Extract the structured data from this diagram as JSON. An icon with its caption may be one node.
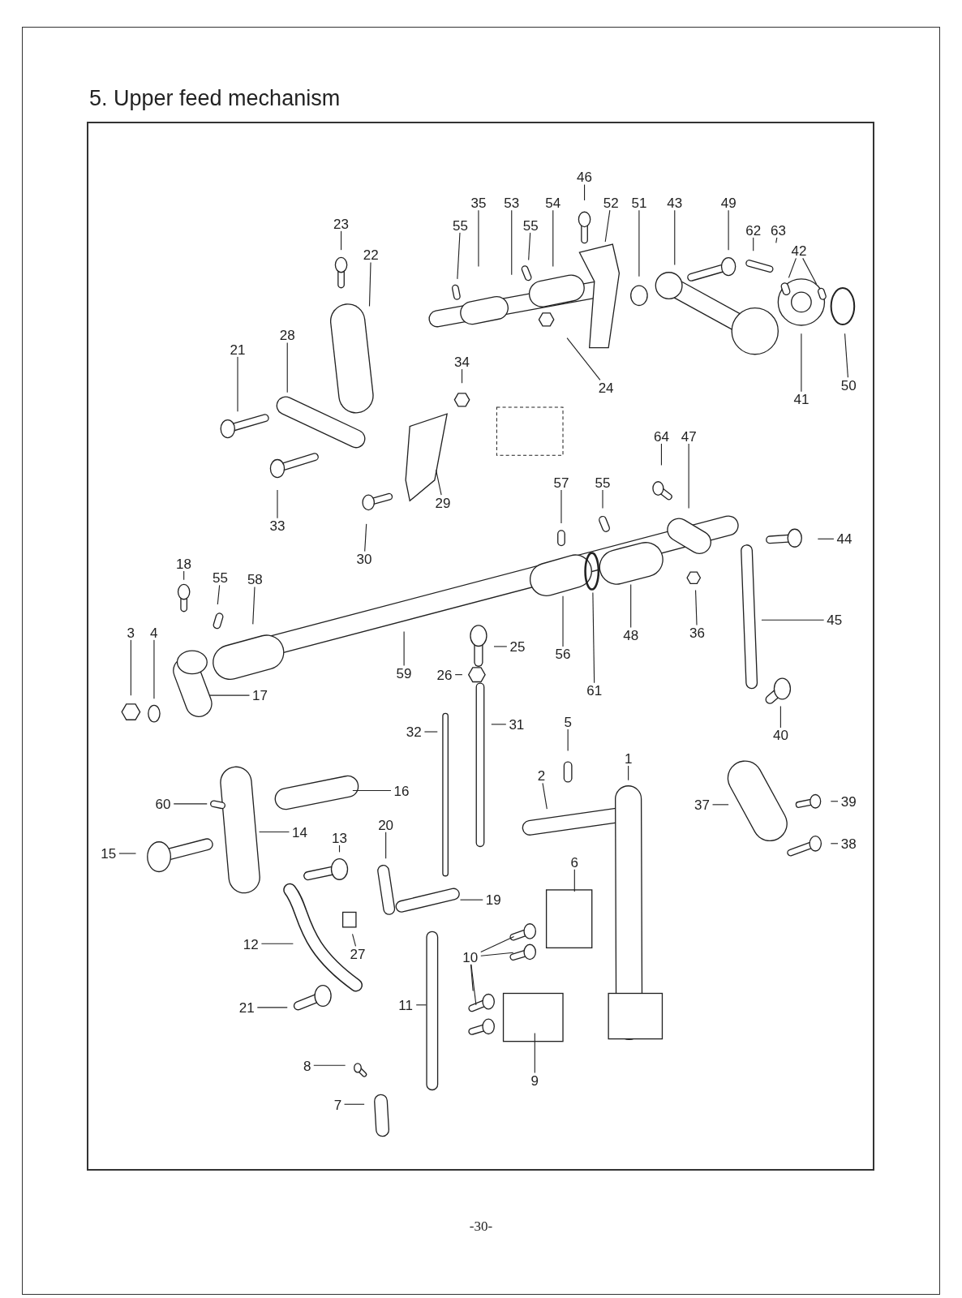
{
  "diagram": {
    "title": "5. Upper feed mechanism",
    "nodes": [
      {
        "text": [
          "46"
        ]
      },
      {
        "text": [
          "35"
        ]
      },
      {
        "text": [
          "53"
        ]
      },
      {
        "text": [
          "54"
        ]
      },
      {
        "text": [
          "52"
        ]
      },
      {
        "text": [
          "51"
        ]
      },
      {
        "text": [
          "43"
        ]
      },
      {
        "text": [
          "49"
        ]
      },
      {
        "text": [
          "55"
        ]
      },
      {
        "text": [
          "55"
        ]
      },
      {
        "text": [
          "23"
        ]
      },
      {
        "text": [
          "62"
        ]
      },
      {
        "text": [
          "63"
        ]
      },
      {
        "text": [
          "42"
        ]
      },
      {
        "text": [
          "22"
        ]
      },
      {
        "text": [
          "28"
        ]
      },
      {
        "text": [
          "21"
        ]
      },
      {
        "text": [
          "34"
        ]
      },
      {
        "text": [
          "24"
        ]
      },
      {
        "text": [
          "41"
        ]
      },
      {
        "text": [
          "50"
        ]
      },
      {
        "text": [
          "64"
        ]
      },
      {
        "text": [
          "47"
        ]
      },
      {
        "text": [
          "57"
        ]
      },
      {
        "text": [
          "55"
        ]
      },
      {
        "text": [
          "29"
        ]
      },
      {
        "text": [
          "33"
        ]
      },
      {
        "text": [
          "44"
        ]
      },
      {
        "text": [
          "30"
        ]
      },
      {
        "text": [
          "18"
        ]
      },
      {
        "text": [
          "55"
        ]
      },
      {
        "text": [
          "58"
        ]
      },
      {
        "text": [
          "45"
        ]
      },
      {
        "text": [
          "3"
        ]
      },
      {
        "text": [
          "4"
        ]
      },
      {
        "text": [
          "48"
        ]
      },
      {
        "text": [
          "36"
        ]
      },
      {
        "text": [
          "25"
        ]
      },
      {
        "text": [
          "56"
        ]
      },
      {
        "text": [
          "59"
        ]
      },
      {
        "text": [
          "26"
        ]
      },
      {
        "text": [
          "61"
        ]
      },
      {
        "text": [
          "17"
        ]
      },
      {
        "text": [
          "31"
        ]
      },
      {
        "text": [
          "5"
        ]
      },
      {
        "text": [
          "32"
        ]
      },
      {
        "text": [
          "40"
        ]
      },
      {
        "text": [
          "1"
        ]
      },
      {
        "text": [
          "2"
        ]
      },
      {
        "text": [
          "16"
        ]
      },
      {
        "text": [
          "60"
        ]
      },
      {
        "text": [
          "37"
        ]
      },
      {
        "text": [
          "39"
        ]
      },
      {
        "text": [
          "20"
        ]
      },
      {
        "text": [
          "14"
        ]
      },
      {
        "text": [
          "13"
        ]
      },
      {
        "text": [
          "38"
        ]
      },
      {
        "text": [
          "15"
        ]
      },
      {
        "text": [
          "6"
        ]
      },
      {
        "text": [
          "19"
        ]
      },
      {
        "text": [
          "12"
        ]
      },
      {
        "text": [
          "27"
        ]
      },
      {
        "text": [
          "10"
        ]
      },
      {
        "text": [
          "11"
        ]
      },
      {
        "text": [
          "21"
        ]
      },
      {
        "text": [
          "9"
        ]
      },
      {
        "text": [
          "8"
        ]
      },
      {
        "text": [
          "7"
        ]
      }
    ],
    "edges": [
      {
        "from": 0,
        "to": null,
        "arrow": "none"
      },
      {
        "from": 1,
        "to": null,
        "arrow": "none"
      },
      {
        "from": 2,
        "to": null,
        "arrow": "none"
      },
      {
        "from": 3,
        "to": null,
        "arrow": "none"
      },
      {
        "from": 4,
        "to": null,
        "arrow": "none"
      },
      {
        "from": 5,
        "to": null,
        "arrow": "none"
      },
      {
        "from": 6,
        "to": null,
        "arrow": "none"
      },
      {
        "from": 7,
        "to": null,
        "arrow": "none"
      },
      {
        "from": 8,
        "to": null,
        "arrow": "none"
      },
      {
        "from": 9,
        "to": null,
        "arrow": "none"
      },
      {
        "from": 10,
        "to": null,
        "arrow": "none"
      },
      {
        "from": 11,
        "to": null,
        "arrow": "none"
      },
      {
        "from": 12,
        "to": null,
        "arrow": "none"
      },
      {
        "from": 13,
        "to": null,
        "arrow": "none"
      },
      {
        "from": 13,
        "to": null,
        "arrow": "none"
      },
      {
        "from": 14,
        "to": null,
        "arrow": "none"
      },
      {
        "from": 15,
        "to": null,
        "arrow": "none"
      },
      {
        "from": 16,
        "to": null,
        "arrow": "none"
      },
      {
        "from": 17,
        "to": null,
        "arrow": "none"
      },
      {
        "from": 18,
        "to": null,
        "arrow": "none"
      },
      {
        "from": 19,
        "to": null,
        "arrow": "none"
      },
      {
        "from": 20,
        "to": null,
        "arrow": "none"
      },
      {
        "from": 21,
        "to": null,
        "arrow": "none"
      },
      {
        "from": 22,
        "to": null,
        "arrow": "none"
      },
      {
        "from": 23,
        "to": null,
        "arrow": "none"
      },
      {
        "from": 24,
        "to": null,
        "arrow": "none"
      },
      {
        "from": 25,
        "to": null,
        "arrow": "none"
      },
      {
        "from": 26,
        "to": null,
        "arrow": "none"
      },
      {
        "from": 27,
        "to": null,
        "arrow": "none"
      },
      {
        "from": 28,
        "to": null,
        "arrow": "none"
      },
      {
        "from": 29,
        "to": null,
        "arrow": "none"
      },
      {
        "from": 30,
        "to": null,
        "arrow": "none"
      },
      {
        "from": 31,
        "to": null,
        "arrow": "none"
      },
      {
        "from": 32,
        "to": null,
        "arrow": "none"
      },
      {
        "from": 33,
        "to": null,
        "arrow": "none"
      },
      {
        "from": 34,
        "to": null,
        "arrow": "none"
      },
      {
        "from": 35,
        "to": null,
        "arrow": "none"
      },
      {
        "from": 36,
        "to": null,
        "arrow": "none"
      },
      {
        "from": 37,
        "to": null,
        "arrow": "none"
      },
      {
        "from": 38,
        "to": null,
        "arrow": "none"
      },
      {
        "from": 39,
        "to": null,
        "arrow": "none"
      },
      {
        "from": 40,
        "to": null,
        "arrow": "none"
      },
      {
        "from": 41,
        "to": null,
        "arrow": "none"
      },
      {
        "from": 42,
        "to": null,
        "arrow": "none"
      },
      {
        "from": 43,
        "to": null,
        "arrow": "none"
      },
      {
        "from": 44,
        "to": null,
        "arrow": "none"
      },
      {
        "from": 45,
        "to": null,
        "arrow": "none"
      },
      {
        "from": 46,
        "to": null,
        "arrow": "none"
      },
      {
        "from": 47,
        "to": null,
        "arrow": "none"
      },
      {
        "from": 48,
        "to": null,
        "arrow": "none"
      },
      {
        "from": 49,
        "to": null,
        "arrow": "none"
      },
      {
        "from": 50,
        "to": null,
        "arrow": "none"
      },
      {
        "from": 51,
        "to": null,
        "arrow": "none"
      },
      {
        "from": 52,
        "to": null,
        "arrow": "none"
      },
      {
        "from": 53,
        "to": null,
        "arrow": "none"
      },
      {
        "from": 54,
        "to": null,
        "arrow": "none"
      },
      {
        "from": 55,
        "to": null,
        "arrow": "none"
      },
      {
        "from": 56,
        "to": null,
        "arrow": "none"
      },
      {
        "from": 57,
        "to": null,
        "arrow": "none"
      },
      {
        "from": 58,
        "to": null,
        "arrow": "none"
      },
      {
        "from": 59,
        "to": null,
        "arrow": "none"
      },
      {
        "from": 60,
        "to": null,
        "arrow": "none"
      },
      {
        "from": 61,
        "to": null,
        "arrow": "none"
      },
      {
        "from": 62,
        "to": null,
        "arrow": "none"
      },
      {
        "from": 62,
        "to": null,
        "arrow": "none"
      },
      {
        "from": 62,
        "to": null,
        "arrow": "none"
      },
      {
        "from": 62,
        "to": null,
        "arrow": "none"
      },
      {
        "from": 63,
        "to": null,
        "arrow": "none"
      },
      {
        "from": 64,
        "to": null,
        "arrow": "none"
      },
      {
        "from": 65,
        "to": null,
        "arrow": "none"
      },
      {
        "from": 66,
        "to": null,
        "arrow": "none"
      },
      {
        "from": 67,
        "to": null,
        "arrow": "none"
      }
    ],
    "labels": [
      "-30-"
    ]
  }
}
